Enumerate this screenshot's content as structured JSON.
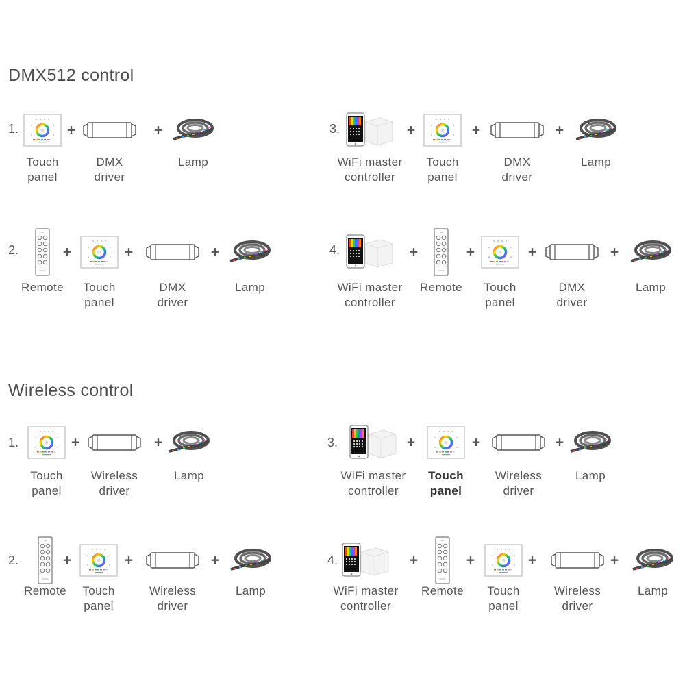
{
  "sections": [
    {
      "title": "DMX512 control",
      "rows": [
        {
          "num": "1.",
          "items": [
            {
              "icon": "touch-panel",
              "l1": "Touch",
              "l2": "panel"
            },
            {
              "icon": "driver",
              "l1": "DMX",
              "l2": "driver"
            },
            {
              "icon": "lamp",
              "l1": "Lamp",
              "l2": ""
            }
          ]
        },
        {
          "num": "2.",
          "items": [
            {
              "icon": "remote",
              "l1": "Remote",
              "l2": ""
            },
            {
              "icon": "touch-panel",
              "l1": "Touch",
              "l2": "panel"
            },
            {
              "icon": "driver",
              "l1": "DMX",
              "l2": "driver"
            },
            {
              "icon": "lamp",
              "l1": "Lamp",
              "l2": ""
            }
          ]
        },
        {
          "num": "3.",
          "items": [
            {
              "icon": "wifi-controller",
              "l1": "WiFi master",
              "l2": "controller"
            },
            {
              "icon": "touch-panel",
              "l1": "Touch",
              "l2": "panel"
            },
            {
              "icon": "driver",
              "l1": "DMX",
              "l2": "driver"
            },
            {
              "icon": "lamp",
              "l1": "Lamp",
              "l2": ""
            }
          ]
        },
        {
          "num": "4.",
          "items": [
            {
              "icon": "wifi-controller",
              "l1": "WiFi master",
              "l2": "controller"
            },
            {
              "icon": "remote",
              "l1": "Remote",
              "l2": ""
            },
            {
              "icon": "touch-panel",
              "l1": "Touch",
              "l2": "panel"
            },
            {
              "icon": "driver",
              "l1": "DMX",
              "l2": "driver"
            },
            {
              "icon": "lamp",
              "l1": "Lamp",
              "l2": ""
            }
          ]
        }
      ]
    },
    {
      "title": "Wireless control",
      "rows": [
        {
          "num": "1.",
          "items": [
            {
              "icon": "touch-panel",
              "l1": "Touch",
              "l2": "panel"
            },
            {
              "icon": "driver",
              "l1": "Wireless",
              "l2": "driver"
            },
            {
              "icon": "lamp",
              "l1": "Lamp",
              "l2": ""
            }
          ]
        },
        {
          "num": "2.",
          "items": [
            {
              "icon": "remote",
              "l1": "Remote",
              "l2": ""
            },
            {
              "icon": "touch-panel",
              "l1": "Touch",
              "l2": "panel"
            },
            {
              "icon": "driver",
              "l1": "Wireless",
              "l2": "driver"
            },
            {
              "icon": "lamp",
              "l1": "Lamp",
              "l2": ""
            }
          ]
        },
        {
          "num": "3.",
          "items": [
            {
              "icon": "wifi-controller",
              "l1": "WiFi master",
              "l2": "controller"
            },
            {
              "icon": "touch-panel",
              "l1": "Touch",
              "l2": "panel",
              "emphasis": true
            },
            {
              "icon": "driver",
              "l1": "Wireless",
              "l2": "driver"
            },
            {
              "icon": "lamp",
              "l1": "Lamp",
              "l2": ""
            }
          ]
        },
        {
          "num": "4.",
          "items": [
            {
              "icon": "wifi-controller",
              "l1": "WiFi master",
              "l2": "controller"
            },
            {
              "icon": "remote",
              "l1": "Remote",
              "l2": ""
            },
            {
              "icon": "touch-panel",
              "l1": "Touch",
              "l2": "panel"
            },
            {
              "icon": "driver",
              "l1": "Wireless",
              "l2": "driver"
            },
            {
              "icon": "lamp",
              "l1": "Lamp",
              "l2": ""
            }
          ]
        }
      ]
    }
  ],
  "plus_symbol": "+"
}
